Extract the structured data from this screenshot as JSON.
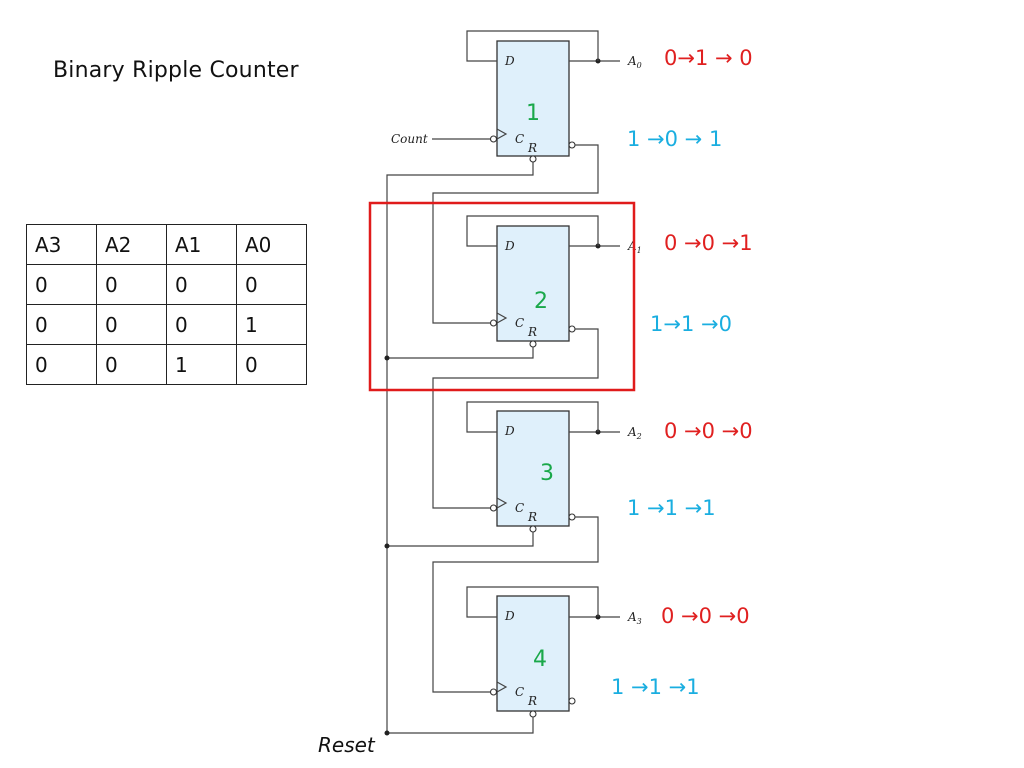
{
  "title": "Binary Ripple Counter",
  "truth_table": {
    "headers": [
      "A3",
      "A2",
      "A1",
      "A0"
    ],
    "rows": [
      [
        "0",
        "0",
        "0",
        "0"
      ],
      [
        "0",
        "0",
        "0",
        "1"
      ],
      [
        "0",
        "0",
        "1",
        "0"
      ]
    ]
  },
  "diagram": {
    "count_label": "Count",
    "reset_label": "Reset",
    "pin_labels": {
      "d": "D",
      "c": "C",
      "r": "R"
    },
    "flip_flops": [
      {
        "number": "1",
        "output": "A",
        "output_sub": "0",
        "q_seq": "0→1 → 0",
        "qbar_seq": "1 →0 → 1"
      },
      {
        "number": "2",
        "output": "A",
        "output_sub": "1",
        "q_seq": "0 →0 →1",
        "qbar_seq": "1→1 →0"
      },
      {
        "number": "3",
        "output": "A",
        "output_sub": "2",
        "q_seq": "0 →0 →0",
        "qbar_seq": "1 →1 →1"
      },
      {
        "number": "4",
        "output": "A",
        "output_sub": "3",
        "q_seq": "0 →0 →0",
        "qbar_seq": "1 →1 →1"
      }
    ],
    "highlight_color": "#e01b1b",
    "q_color": "#e02020",
    "qbar_color": "#1aaee0",
    "number_color": "#1aa84a"
  }
}
